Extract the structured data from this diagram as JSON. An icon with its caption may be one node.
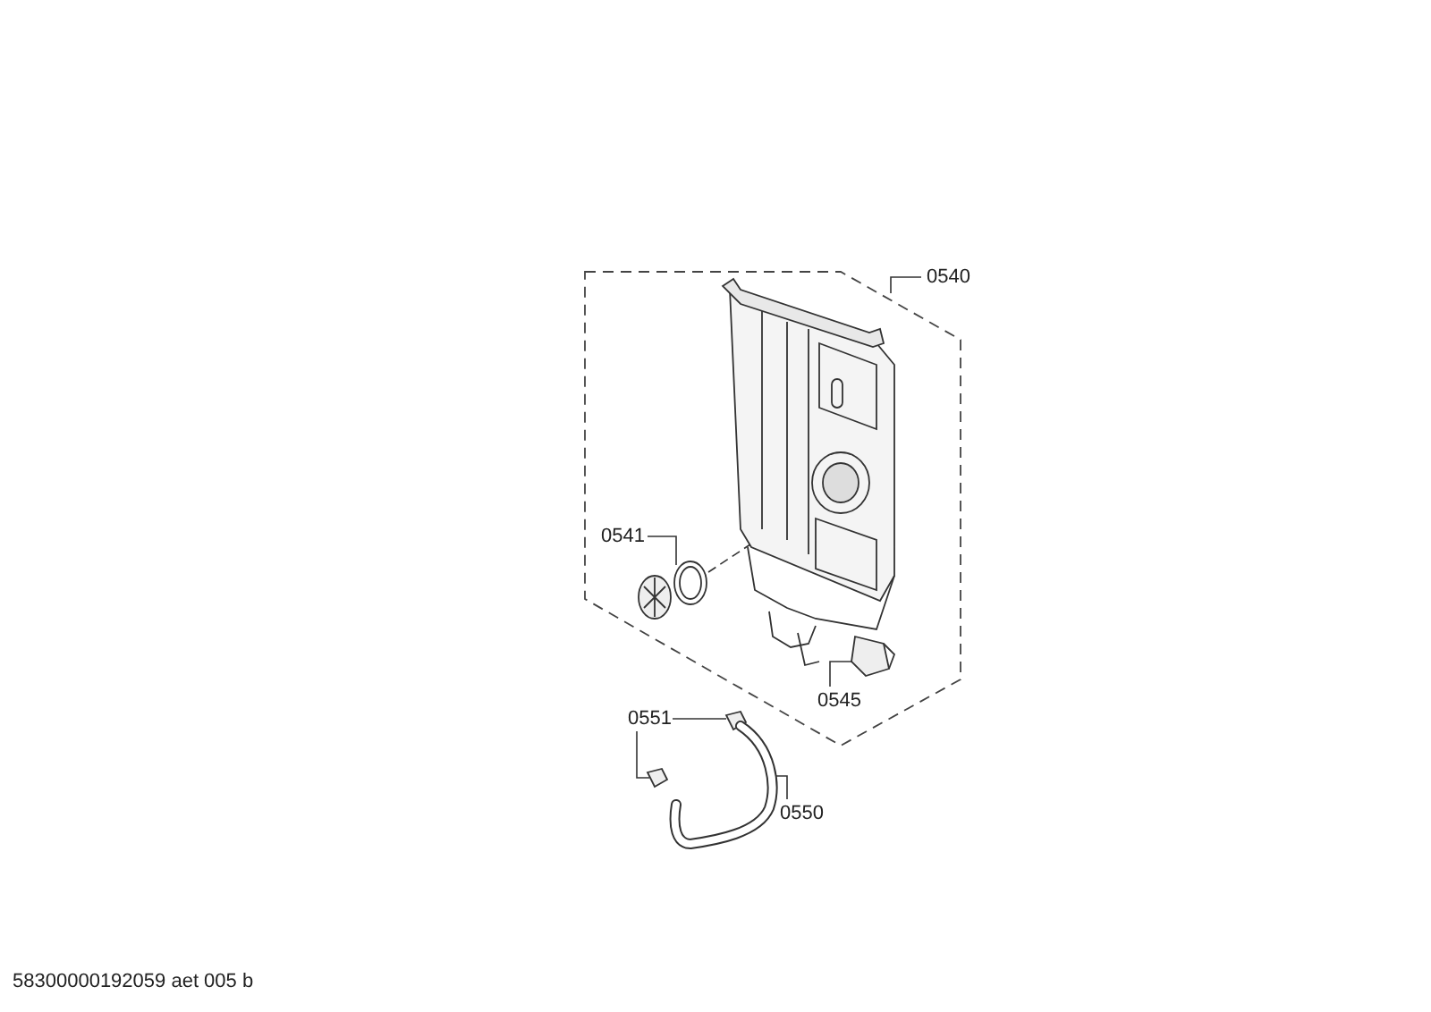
{
  "diagram": {
    "nodes": [
      {
        "text": [
          "0540"
        ]
      },
      {
        "text": [],
        "shape": "box"
      },
      {
        "text": [],
        "shape": "picture",
        "in": 1
      },
      {
        "text": [
          "0541"
        ],
        "in": 1
      },
      {
        "text": [],
        "shape": "picture",
        "in": 1
      },
      {
        "text": [],
        "shape": "picture",
        "in": 1
      },
      {
        "text": [
          "0545"
        ],
        "in": 1
      },
      {
        "text": [],
        "shape": "picture",
        "in": 1
      },
      {
        "text": [
          "0551"
        ]
      },
      {
        "text": [],
        "shape": "picture"
      },
      {
        "text": [],
        "shape": "picture"
      },
      {
        "text": [
          "0550"
        ]
      },
      {
        "text": [],
        "shape": "picture"
      }
    ],
    "edges": [
      {
        "from": 0,
        "to": 1,
        "arrow": "none"
      },
      {
        "from": 3,
        "to": 5,
        "arrow": "none"
      },
      {
        "from": 5,
        "to": 2,
        "arrow": "none",
        "style": "dashed"
      },
      {
        "from": 6,
        "to": 7,
        "arrow": "none"
      },
      {
        "from": 8,
        "to": 9,
        "arrow": "none"
      },
      {
        "from": 8,
        "to": 10,
        "arrow": "none"
      },
      {
        "from": 11,
        "to": 12,
        "arrow": "none"
      }
    ],
    "labels": [
      "58300000192059 aet 005 b"
    ]
  }
}
